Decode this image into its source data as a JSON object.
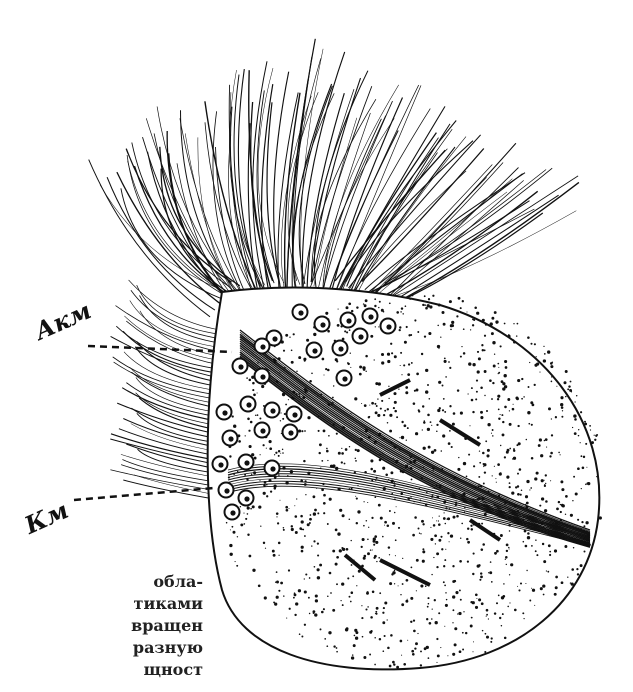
{
  "figure": {
    "labels": {
      "upper": "Акм",
      "lower": "Км"
    },
    "caption_fragments": [
      "обла-",
      "тиками",
      "вращен",
      "разную",
      "щност"
    ],
    "colors": {
      "ink": "#111111",
      "paper": "#ffffff"
    }
  }
}
